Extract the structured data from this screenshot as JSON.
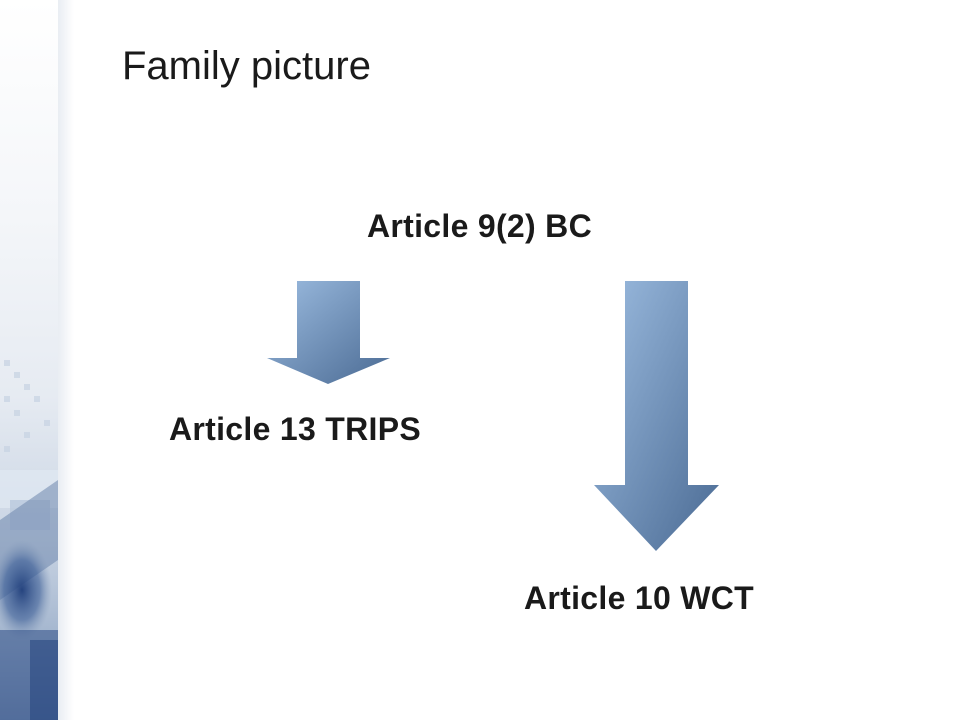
{
  "slide": {
    "title": "Family picture"
  },
  "diagram": {
    "root": "Article 9(2) BC",
    "children": [
      {
        "label": "Article 13 TRIPS"
      },
      {
        "label": "Article 10 WCT"
      }
    ]
  },
  "colors": {
    "arrow_light": "#8fb0d6",
    "arrow_dark": "#4f6f98",
    "band_dark": "#2f4f86"
  }
}
